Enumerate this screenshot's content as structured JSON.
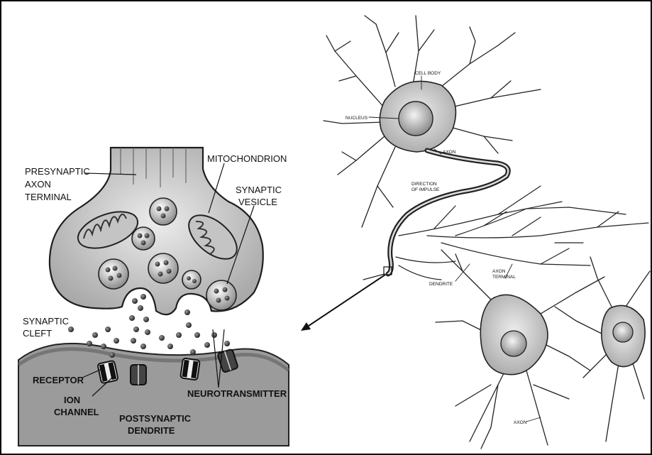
{
  "synapse": {
    "presynaptic": [
      "PRESYNAPTIC",
      "AXON",
      "TERMINAL"
    ],
    "mitochondrion": "MITOCHONDRION",
    "synaptic_vesicle": [
      "SYNAPTIC",
      "VESICLE"
    ],
    "synaptic_cleft": [
      "SYNAPTIC",
      "CLEFT"
    ],
    "receptor": "RECEPTOR",
    "ion_channel": [
      "ION",
      "CHANNEL"
    ],
    "neurotransmitter": "NEUROTRANSMITTER",
    "postsynaptic": [
      "POSTSYNAPTIC",
      "DENDRITE"
    ]
  },
  "neuron": {
    "cell_body": "CELL BODY",
    "nucleus": "NUCLEUS",
    "axon_top": "AXON",
    "direction": [
      "DIRECTION",
      "OF IMPULSE"
    ],
    "dendrite": "DENDRITE",
    "axon_terminal": [
      "AXON",
      "TERMINAL"
    ],
    "axon_bottom": "AXON"
  }
}
